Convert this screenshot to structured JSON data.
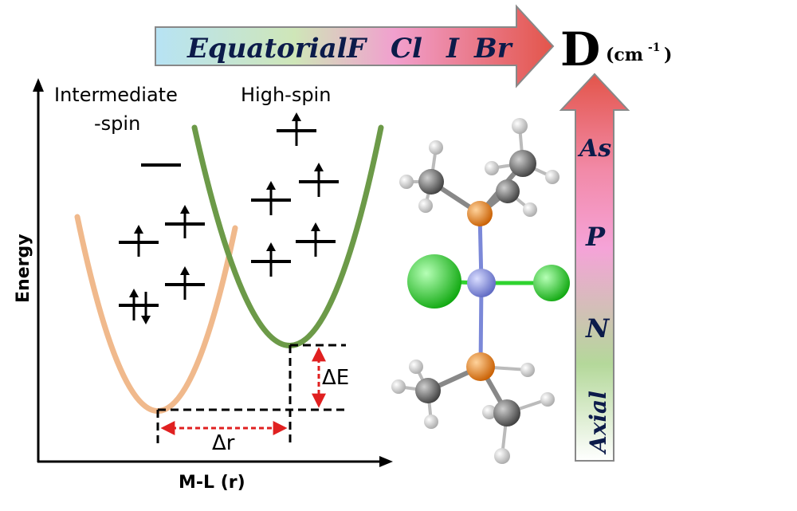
{
  "top_arrow": {
    "labels": [
      "Equatorial",
      "F",
      "Cl",
      "I",
      "Br"
    ]
  },
  "d_label": {
    "symbol": "D",
    "unit": "(cm",
    "exp": "-1",
    "close": ")"
  },
  "side_arrow": {
    "labels": [
      "As",
      "P",
      "N"
    ],
    "bottom_label": "Axial"
  },
  "diagram": {
    "y_axis_label": "Energy",
    "x_axis_label": "M-L (r)",
    "curve_left_label_line1": "Intermediate",
    "curve_left_label_line2": "-spin",
    "curve_right_label": "High-spin",
    "delta_e": "ΔE",
    "delta_r": "Δr",
    "colors": {
      "intermediate_curve": "#f0b98c",
      "high_spin_curve": "#6c9a48",
      "dimension_arrows": "#e02020"
    }
  },
  "molecule": {
    "colors": {
      "metal": "#7b88d8",
      "phosphorus": "#e07a12",
      "chlorine": "#2fd32f",
      "carbon": "#6e6e6e",
      "hydrogen": "#e6e6e6"
    }
  }
}
